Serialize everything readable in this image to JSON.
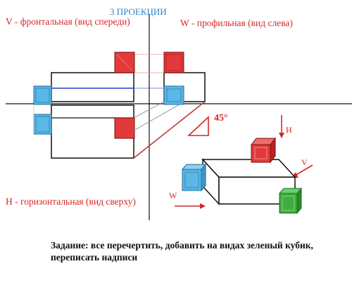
{
  "title": "3 ПРОЕКЦИИ",
  "views": {
    "frontal": "V - фронтальная (вид спереди)",
    "profile": "W - профильная (вид слева)",
    "horizontal": "H - горизонтальная (вид сверху)"
  },
  "angle_label": "45°",
  "axis_labels": {
    "h": "H",
    "v": "V",
    "w": "W"
  },
  "task": {
    "line1": "Задание: все перечертить, добавить на видах зеленый кубик,",
    "line2": "переписать надписи"
  },
  "colors": {
    "red_cube": "#e23a3a",
    "blue_cube": "#5bb8e6",
    "green_cube": "#3fae3f",
    "label_red": "#d42828",
    "title_blue": "#2a86c9",
    "line": "#111111",
    "blue_line": "#2a3fbf"
  }
}
